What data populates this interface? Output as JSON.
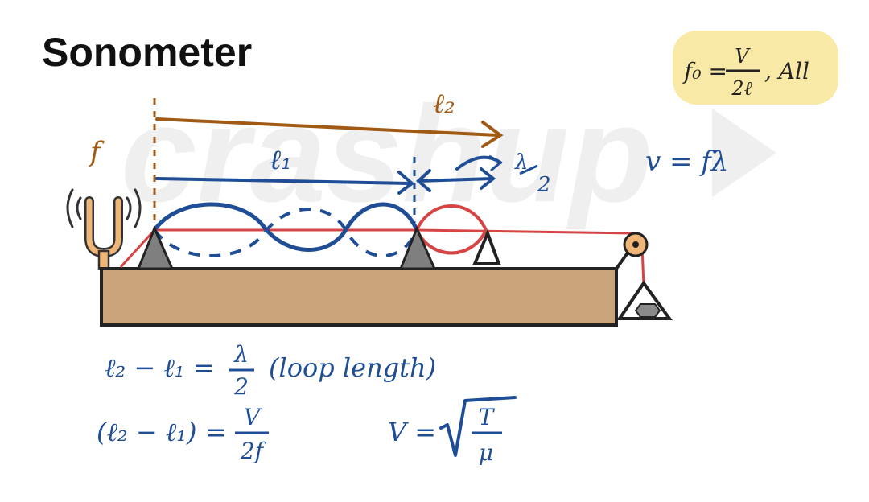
{
  "title": "Sonometer",
  "watermark": "crashup",
  "formula_box": {
    "lhs": "f₀ =",
    "num": "V",
    "den": "2ℓ",
    "suffix": ", All"
  },
  "labels": {
    "freq": "f",
    "l1": "ℓ₁",
    "l2": "ℓ₂",
    "lambda_num": "λ",
    "lambda_den": "2",
    "wave_speed": "v = fλ"
  },
  "equations": {
    "eq1_lhs": "ℓ₂ − ℓ₁ =",
    "eq1_num": "λ",
    "eq1_den": "2",
    "eq1_note": "(loop length)",
    "eq2_lhs": "(ℓ₂ − ℓ₁) =",
    "eq2_num": "V",
    "eq2_den": "2f",
    "eq3_lhs": "V =",
    "eq3_num": "T",
    "eq3_den": "μ"
  },
  "colors": {
    "ink_blue": "#1f4e96",
    "ink_brown": "#a05a14",
    "ink_red": "#d64444",
    "wood": "#c9a47a",
    "fork": "#f0b678",
    "bridge": "#7f7f7f",
    "highlight": "#f9e9a6"
  }
}
